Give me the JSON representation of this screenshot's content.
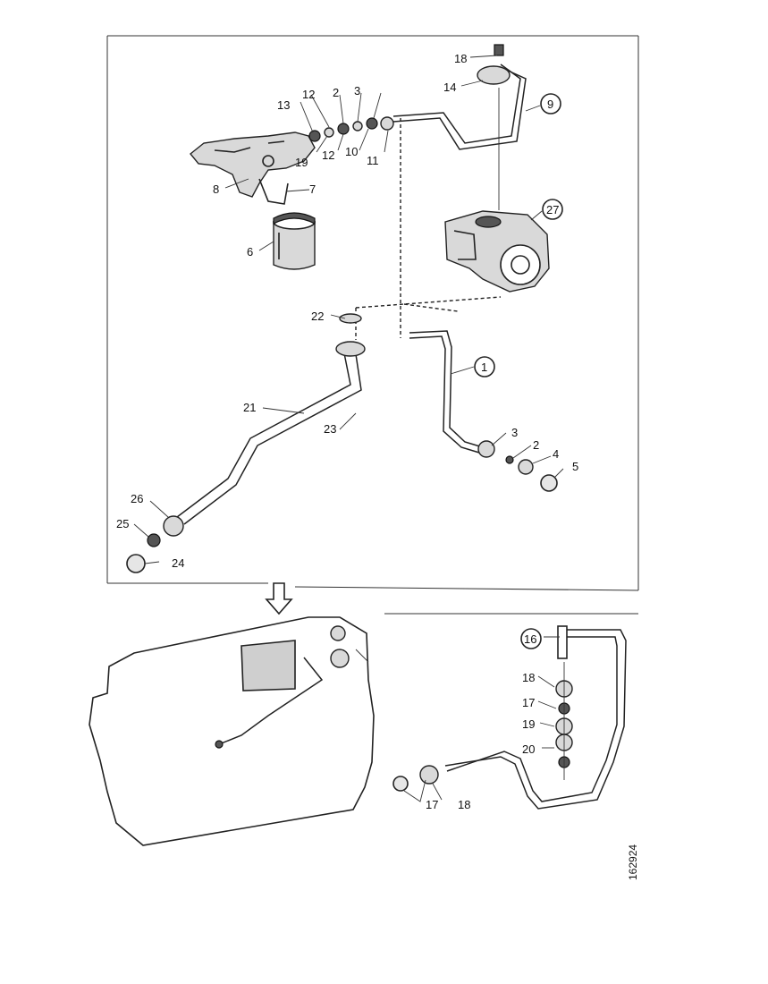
{
  "figure_id": "162924",
  "callouts": {
    "c18_top": "18",
    "c14": "14",
    "c9": "9",
    "c13": "13",
    "c12_top": "12",
    "c2_top": "2",
    "c3_top": "3",
    "c12_mid": "12",
    "c10": "10",
    "c11": "11",
    "c19_top": "19",
    "c8_left": "8",
    "c7": "7",
    "c6": "6",
    "c27": "27",
    "c22": "22",
    "c1": "1",
    "c21": "21",
    "c23": "23",
    "c3_right": "3",
    "c2_right": "2",
    "c4": "4",
    "c5": "5",
    "c26": "26",
    "c25": "25",
    "c24": "24",
    "c16": "16",
    "c18_detail": "18",
    "c17_detail": "17",
    "c19_detail": "19",
    "c20": "20",
    "c17_bottom": "17",
    "c18_bottom": "18"
  }
}
